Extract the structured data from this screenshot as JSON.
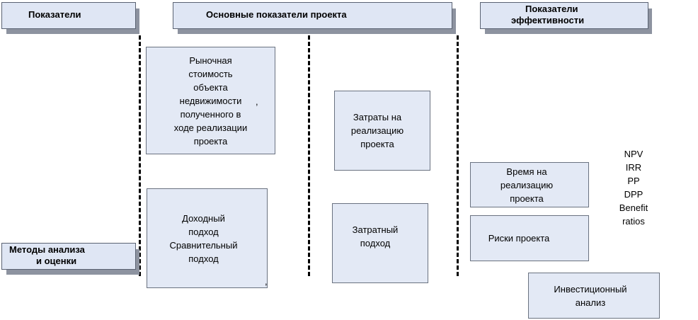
{
  "headers": {
    "indicators": "Показатели",
    "main_indicators": "Основные показатели проекта",
    "efficiency_line1": "Показатели",
    "efficiency_line2": "эффективности",
    "methods_line1": "Методы анализа",
    "methods_line2": "и оценки"
  },
  "boxes": {
    "market_value": "Рыночная\nстоимость\nобъекта\nнедвижимости\nполученного в\nходе реализации\nпроекта",
    "market_value_comma": ",",
    "approaches": "Доходный\nподход\nСравнительный\nподход",
    "approaches_comma": ",",
    "costs": "Затраты на\nреализацию\nпроекта",
    "cost_approach": "Затратный\nподход",
    "duration": "Время на\nреализацию\nпроекта",
    "risks": "Риски проекта",
    "investment_analysis": "Инвестиционный\nанализ"
  },
  "metrics": "NPV\nIRR\nPP\nDPP\nBenefit\nratios"
}
